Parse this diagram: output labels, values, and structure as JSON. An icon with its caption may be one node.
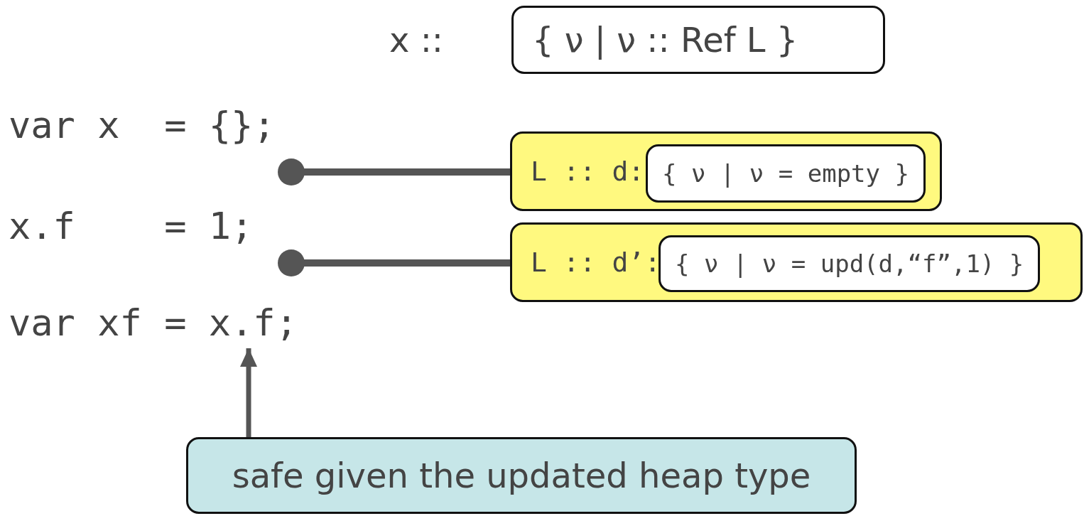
{
  "diagram": {
    "nodes": [
      {
        "text": [
          "{ ν | ν :: Ref L }"
        ],
        "beside": [
          "x ::"
        ]
      },
      {
        "text": [
          "var x  = {};"
        ]
      },
      {
        "text": [
          "L :: d:"
        ]
      },
      {
        "text": [
          "{ ν | ν = empty }"
        ],
        "in": 2
      },
      {
        "text": [
          "x.f    = 1;"
        ]
      },
      {
        "text": [
          "L :: d’:"
        ]
      },
      {
        "text": [
          "{ ν | ν = upd(d,“f”,1) }"
        ],
        "in": 5
      },
      {
        "text": [
          "var xf = x.f;"
        ]
      },
      {
        "text": [
          "safe given the updated heap type"
        ]
      }
    ],
    "edges": [
      {
        "from": 1,
        "to": 2,
        "arrow": "other"
      },
      {
        "from": 4,
        "to": 5,
        "arrow": "other"
      },
      {
        "from": 8,
        "to": 7,
        "arrow": "to"
      }
    ]
  }
}
